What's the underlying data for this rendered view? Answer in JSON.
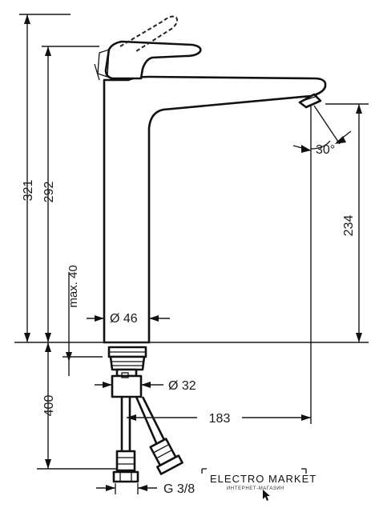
{
  "dimensions": {
    "overall_height": "321",
    "faucet_height": "292",
    "spout_height": "234",
    "max_rise": "max. 40",
    "body_diameter": "Ø 46",
    "thread_diameter": "Ø 32",
    "hose_length": "400",
    "spout_reach": "183",
    "spout_angle": "30°",
    "connection": "G 3/8"
  },
  "watermark": {
    "brand": "ELECTRO MARKET",
    "tagline": "ИНТЕРНЕТ-МАГАЗИН"
  }
}
